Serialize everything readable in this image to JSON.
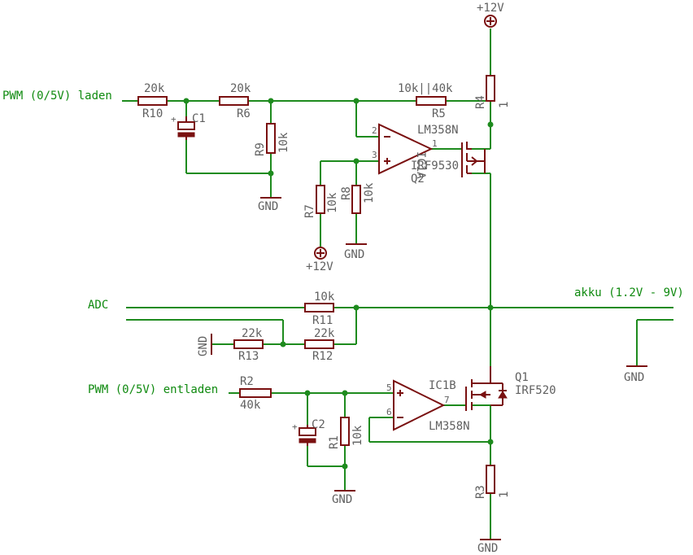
{
  "nets": {
    "pwm_laden": "PWM (0/5V) laden",
    "pwm_entladen": "PWM (0/5V) entladen",
    "adc": "ADC",
    "akku": "akku (1.2V - 9V)"
  },
  "supplies": {
    "vcc_top": "+12V",
    "vcc_mid": "+12V",
    "gnd_c1": "GND",
    "gnd_r8": "GND",
    "gnd_r13": "GND",
    "gnd_akku": "GND",
    "gnd_r1": "GND",
    "gnd_r3": "GND"
  },
  "parts": {
    "r10": {
      "name": "R10",
      "value": "20k"
    },
    "r6": {
      "name": "R6",
      "value": "20k"
    },
    "r5": {
      "name": "R5",
      "value": "10k||40k"
    },
    "r4": {
      "name": "R4",
      "value": "1"
    },
    "r9": {
      "name": "R9",
      "value": "10k"
    },
    "c1": {
      "name": "C1"
    },
    "r7": {
      "name": "R7",
      "value": "10k"
    },
    "r8": {
      "name": "R8",
      "value": "10k"
    },
    "ic1a": {
      "name": "IC1A",
      "value": "LM358N"
    },
    "q2": {
      "name": "Q2",
      "value": "IRF9530"
    },
    "r11": {
      "name": "R11",
      "value": "10k"
    },
    "r13": {
      "name": "R13",
      "value": "22k"
    },
    "r12": {
      "name": "R12",
      "value": "22k"
    },
    "r2": {
      "name": "R2",
      "value": "40k"
    },
    "c2": {
      "name": "C2"
    },
    "r1": {
      "name": "R1",
      "value": "10k"
    },
    "ic1b": {
      "name": "IC1B",
      "value": "LM358N"
    },
    "q1": {
      "name": "Q1",
      "value": "IRF520"
    },
    "r3": {
      "name": "R3",
      "value": "1"
    }
  },
  "pins": {
    "ic1a_minus": "2",
    "ic1a_plus": "3",
    "ic1a_out": "1",
    "ic1b_plus": "5",
    "ic1b_minus": "6",
    "ic1b_out": "7"
  },
  "colors": {
    "wire": "#1e8b1e",
    "part": "#7a1010",
    "text": "#606060",
    "net_label": "#0f8a0f"
  }
}
